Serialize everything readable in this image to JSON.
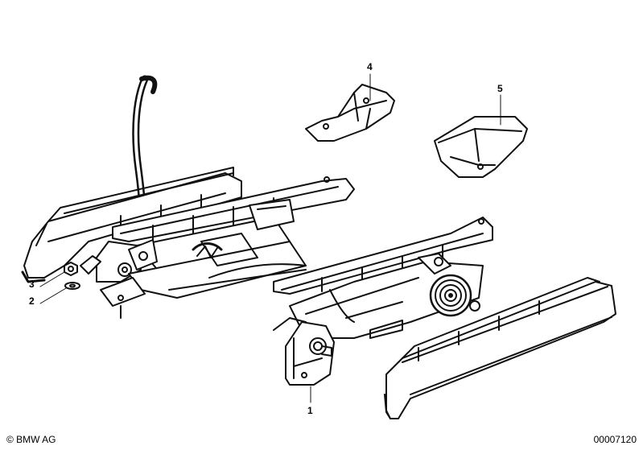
{
  "callouts": {
    "c1": "1",
    "c2": "2",
    "c3": "3",
    "c4": "4",
    "c5": "5"
  },
  "footer": {
    "copyright": "© BMW AG",
    "diagram_number": "00007120"
  },
  "colors": {
    "ink": "#111111",
    "paper": "#ffffff"
  }
}
